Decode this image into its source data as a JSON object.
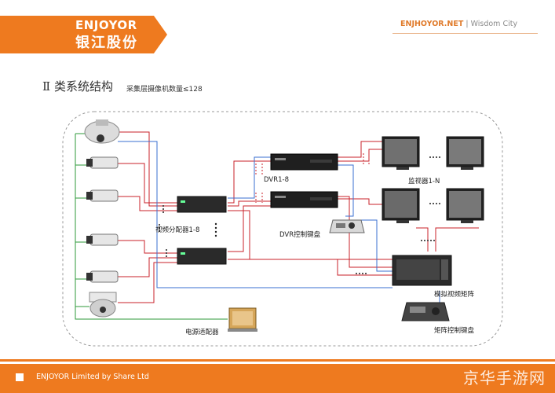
{
  "header": {
    "brand_en": "ENJOYOR",
    "brand_cn": "银江股份",
    "site": "ENJHOYOR.NET",
    "separator": " | ",
    "tagline": "Wisdom City"
  },
  "title": {
    "main": "Ⅱ 类系统结构",
    "sub": "采集层摄像机数量≤128"
  },
  "labels": {
    "dvr": "DVR1-8",
    "monitors": "监视器1-N",
    "distributor": "视频分配器1-8",
    "dvr_keyboard": "DVR控制键盘",
    "matrix": "模拟视频矩阵",
    "matrix_keyboard": "矩阵控制键盘",
    "power_adapter": "电源适配器"
  },
  "footer": {
    "text": "ENJOYOR Limited by Share Ltd",
    "watermark": "京华手游网"
  },
  "colors": {
    "accent": "#ee7a1f",
    "red_wire": "#c8202a",
    "blue_wire": "#3a6fd0",
    "green_wire": "#2e9a3a"
  }
}
